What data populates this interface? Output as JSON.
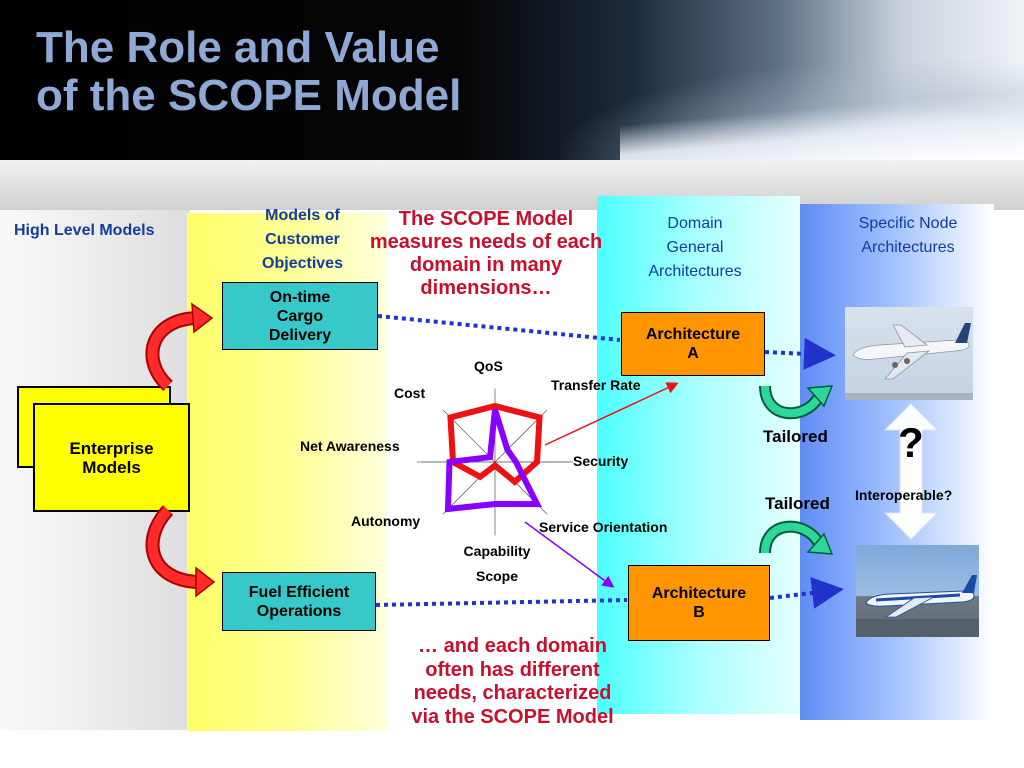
{
  "title": {
    "line1": "The Role and Value",
    "line2": "of the SCOPE Model"
  },
  "columns": {
    "high_level": "High Level Models",
    "customer_objectives": [
      "Models of",
      "Customer",
      "Objectives"
    ],
    "domain_general": [
      "Domain",
      "General",
      "Architectures"
    ],
    "specific_node": [
      "Specific Node",
      "Architectures"
    ]
  },
  "enterprise_models": [
    "Enterprise",
    "Models"
  ],
  "objectives": {
    "ontime": [
      "On-time",
      "Cargo",
      "Delivery"
    ],
    "fuel": [
      "Fuel Efficient",
      "Operations"
    ]
  },
  "architectures": {
    "a": [
      "Architecture",
      "A"
    ],
    "b": [
      "Architecture",
      "B"
    ]
  },
  "callouts": {
    "top": [
      "The SCOPE Model",
      "measures needs of each",
      "domain in many",
      "dimensions…"
    ],
    "bottom": [
      "… and each domain",
      "often has different",
      "needs, characterized",
      "via the SCOPE Model"
    ]
  },
  "radar": {
    "axes": [
      "QoS",
      "Transfer Rate",
      "Security",
      "Service Orientation",
      "Capability Scope",
      "Autonomy",
      "Net Awareness",
      "Cost"
    ],
    "capability_label": [
      "Capability",
      "Scope"
    ],
    "series": [
      {
        "color": "#ee1111",
        "values": [
          0.8,
          0.9,
          0.6,
          0.4,
          0.05,
          0.3,
          0.6,
          0.9
        ]
      },
      {
        "color": "#8a00ff",
        "values": [
          0.75,
          0.25,
          0.3,
          0.85,
          0.6,
          0.95,
          0.65,
          0.1
        ]
      }
    ],
    "grid_color": "#666666"
  },
  "labels": {
    "tailored": "Tailored",
    "question": "?",
    "interoperable": "Interoperable?"
  },
  "colors": {
    "teal": "#37c9c9",
    "orange": "#ff9500",
    "yellow": "#ffff00",
    "red": "#c8102e",
    "blue_text": "#123e9a"
  },
  "icons": [
    "red-curved-arrow-icon",
    "green-curved-arrow-icon",
    "double-headed-arrow-icon",
    "airplane-photo"
  ]
}
